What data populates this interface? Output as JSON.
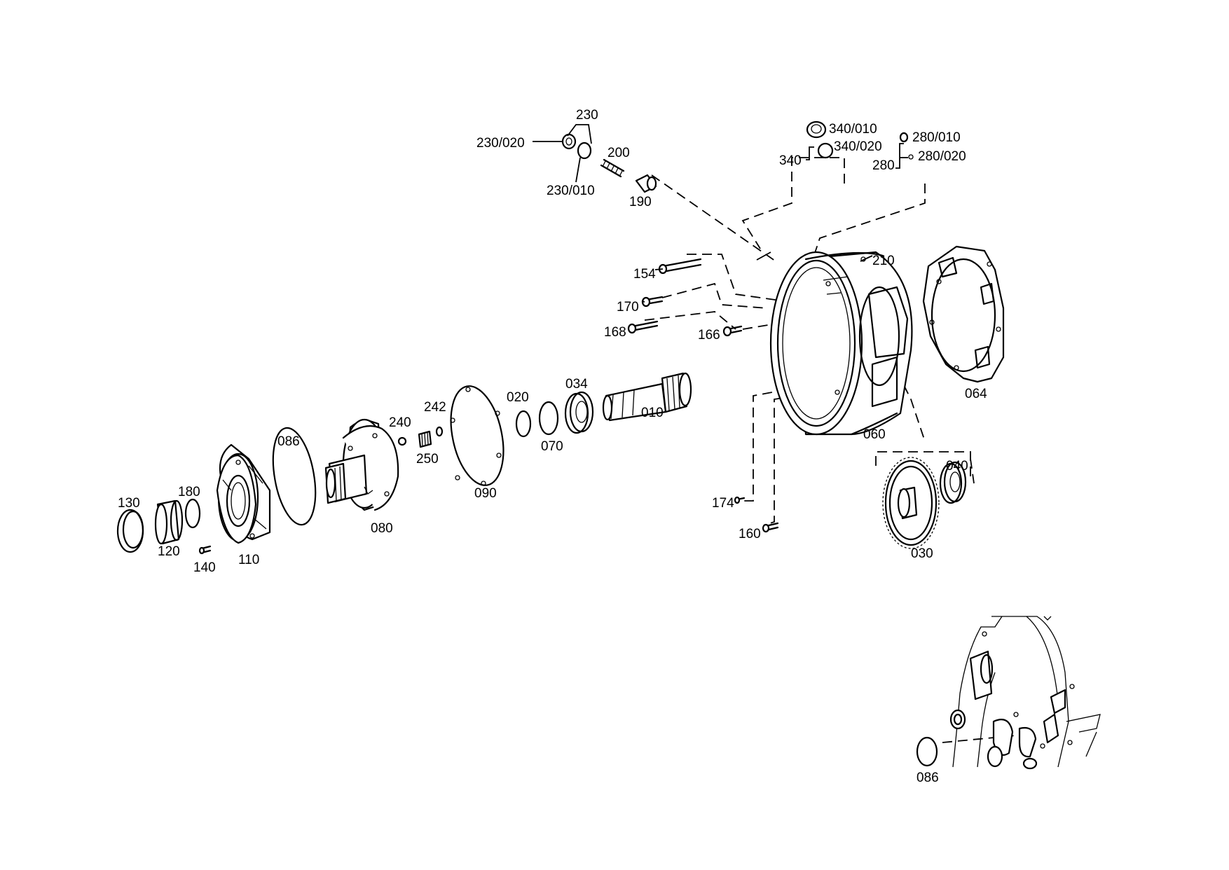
{
  "labels": {
    "p230": "230",
    "p230_020": "230/020",
    "p230_010": "230/010",
    "p200": "200",
    "p190": "190",
    "p340_010": "340/010",
    "p340_020": "340/020",
    "p340": "340",
    "p280_010": "280/010",
    "p280_020": "280/020",
    "p280": "280",
    "p210": "210",
    "p154": "154",
    "p170": "170",
    "p168": "168",
    "p166": "166",
    "p064": "064",
    "p060": "060",
    "p034": "034",
    "p020": "020",
    "p010": "010",
    "p070": "070",
    "p242": "242",
    "p240": "240",
    "p250": "250",
    "p090": "090",
    "p086": "086",
    "p080": "080",
    "p130": "130",
    "p180": "180",
    "p120": "120",
    "p140": "140",
    "p110": "110",
    "p174": "174",
    "p160": "160",
    "p040": "040",
    "p030": "030",
    "p086_detail": "086"
  }
}
